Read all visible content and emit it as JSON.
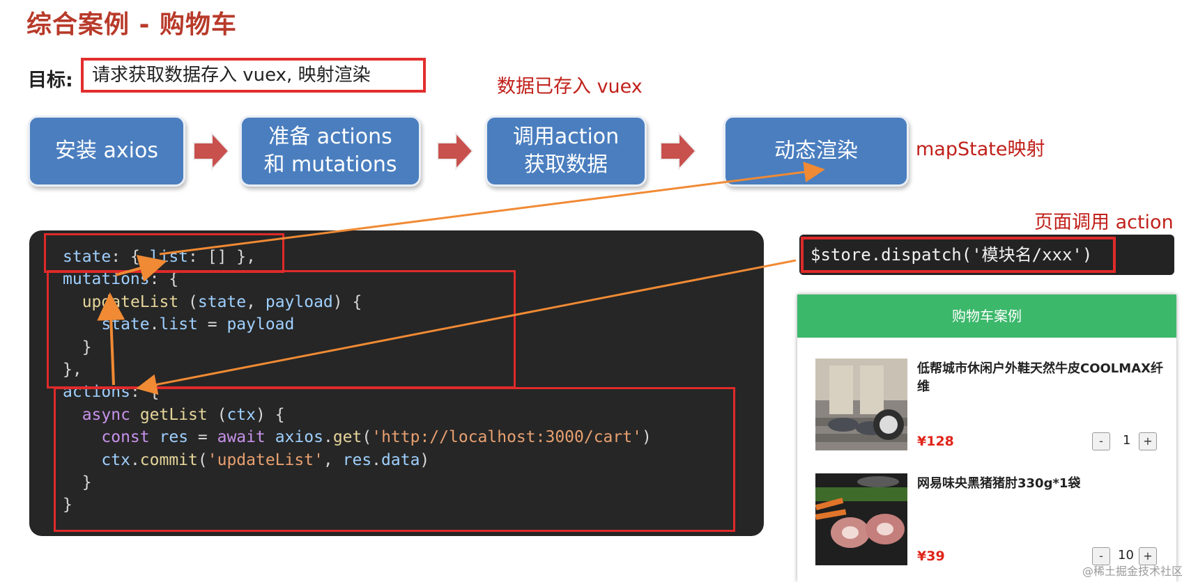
{
  "title": "综合案例 - 购物车",
  "goal": {
    "label": "目标:",
    "text": "请求获取数据存入 vuex, 映射渲染"
  },
  "notes": {
    "stored": "数据已存入 vuex",
    "mapstate": "mapState映射",
    "page_call": "页面调用 action"
  },
  "steps": [
    {
      "label": "安装 axios"
    },
    {
      "label": "准备 actions\n和 mutations"
    },
    {
      "label": "调用action\n获取数据"
    },
    {
      "label": "动态渲染"
    }
  ],
  "dispatch": "$store.dispatch('模块名/xxx')",
  "cart": {
    "header": "购物车案例",
    "items": [
      {
        "name": "低帮城市休闲户外鞋天然牛皮COOLMAX纤维",
        "price": "¥128",
        "qty": "1",
        "minus": "-",
        "plus": "+"
      },
      {
        "name": "网易味央黑猪猪肘330g*1袋",
        "price": "¥39",
        "qty": "10",
        "minus": "-",
        "plus": "+"
      }
    ]
  },
  "watermark": "@稀土掘金技术社区",
  "colors": {
    "accent_red": "#e02a2a",
    "step_blue": "#4a7ebf",
    "cart_green": "#3cb86b",
    "code_bg": "#262626"
  }
}
